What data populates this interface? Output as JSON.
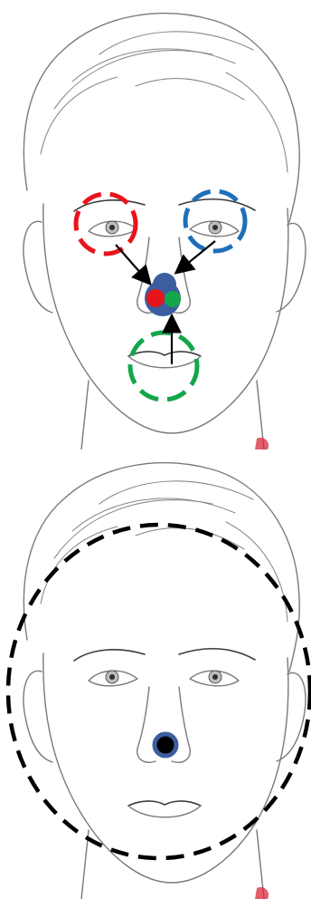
{
  "colors": {
    "left_eye_region": "#e8141c",
    "right_eye_region": "#1f6fb8",
    "mouth_region": "#14a64a",
    "nose_cluster": "#3c5e9e",
    "whole_face_region": "#000000",
    "arrow": "#000000",
    "center_dot_fill": "#000000",
    "center_dot_ring": "#3c5e9e",
    "sketch_line": "#7a7a7a",
    "skin_accent": "#d82a3a"
  },
  "panels": [
    {
      "role": "region-specific estimates converging on nose center",
      "regions": [
        "left-eye",
        "right-eye",
        "mouth"
      ],
      "markers": [
        "red",
        "blue",
        "green"
      ]
    },
    {
      "role": "single estimate from whole-face region",
      "regions": [
        "whole-face"
      ],
      "markers": [
        "black"
      ]
    }
  ]
}
